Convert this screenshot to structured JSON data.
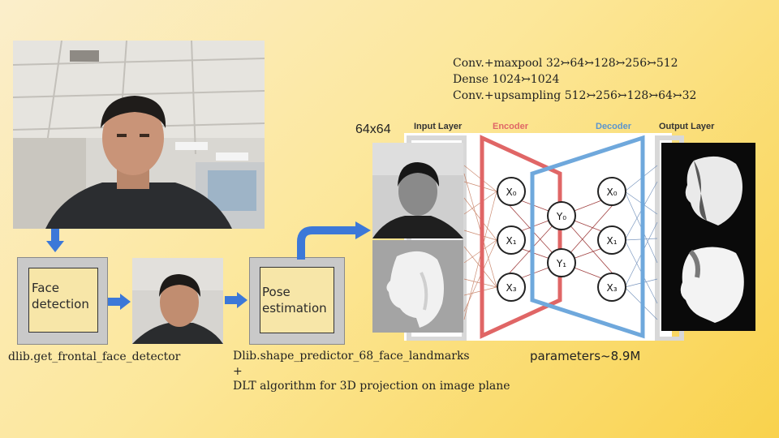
{
  "pipeline": {
    "step1": {
      "label_line1": "Face",
      "label_line2": "detection",
      "caption": "dlib.get_frontal_face_detector"
    },
    "step2": {
      "label_line1": "Pose",
      "label_line2": "estimation",
      "caption_line1": "Dlib.shape_predictor_68_face_landmarks",
      "caption_line2": "+",
      "caption_line3": "DLT algorithm for 3D projection on image plane"
    }
  },
  "network": {
    "notes": [
      "Conv.+maxpool 32↣64↣128↣256↣512",
      "Dense 1024↣1024",
      "Conv.+upsampling 512↣256↣128↣64↣32"
    ],
    "input_size": "64x64",
    "layers": {
      "input": "Input Layer",
      "encoder": "Encoder",
      "decoder": "Decoder",
      "output": "Output Layer"
    },
    "encoder_nodes": [
      "X₀",
      "X₁",
      "X₃"
    ],
    "latent_nodes": [
      "Y₀",
      "Y₁"
    ],
    "decoder_nodes": [
      "X₀",
      "X₁",
      "X₃"
    ],
    "parameters": "parameters~8.9M",
    "colors": {
      "encoder": "#e06666",
      "decoder": "#6fa8dc",
      "arrow": "#3c78d8"
    }
  }
}
